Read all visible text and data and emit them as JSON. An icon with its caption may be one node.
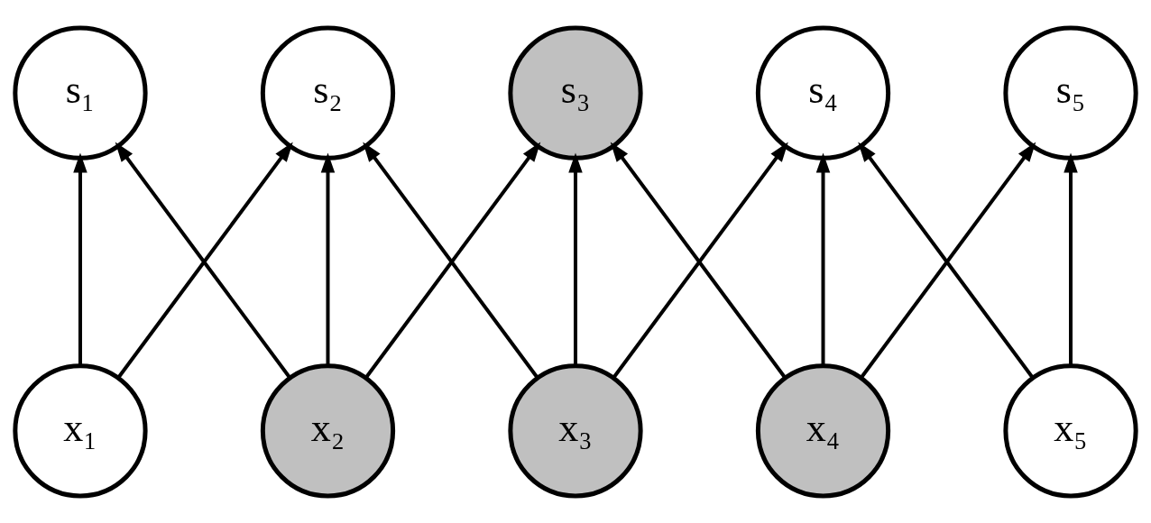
{
  "diagram": {
    "nodes": [
      {
        "text": [
          "s₁"
        ]
      },
      {
        "text": [
          "s₂"
        ]
      },
      {
        "text": [
          "s₃"
        ]
      },
      {
        "text": [
          "s₄"
        ]
      },
      {
        "text": [
          "s₅"
        ]
      },
      {
        "text": [
          "x₁"
        ]
      },
      {
        "text": [
          "x₂"
        ]
      },
      {
        "text": [
          "x₃"
        ]
      },
      {
        "text": [
          "x₄"
        ]
      },
      {
        "text": [
          "x₅"
        ]
      }
    ],
    "edges": [
      {
        "from": 5,
        "to": 0,
        "arrow": "to"
      },
      {
        "from": 5,
        "to": 1,
        "arrow": "to"
      },
      {
        "from": 6,
        "to": 0,
        "arrow": "to"
      },
      {
        "from": 6,
        "to": 1,
        "arrow": "to"
      },
      {
        "from": 6,
        "to": 2,
        "arrow": "to"
      },
      {
        "from": 7,
        "to": 1,
        "arrow": "to"
      },
      {
        "from": 7,
        "to": 2,
        "arrow": "to"
      },
      {
        "from": 7,
        "to": 3,
        "arrow": "to"
      },
      {
        "from": 8,
        "to": 2,
        "arrow": "to"
      },
      {
        "from": 8,
        "to": 3,
        "arrow": "to"
      },
      {
        "from": 8,
        "to": 4,
        "arrow": "to"
      },
      {
        "from": 9,
        "to": 3,
        "arrow": "to"
      },
      {
        "from": 9,
        "to": 4,
        "arrow": "to"
      }
    ]
  }
}
